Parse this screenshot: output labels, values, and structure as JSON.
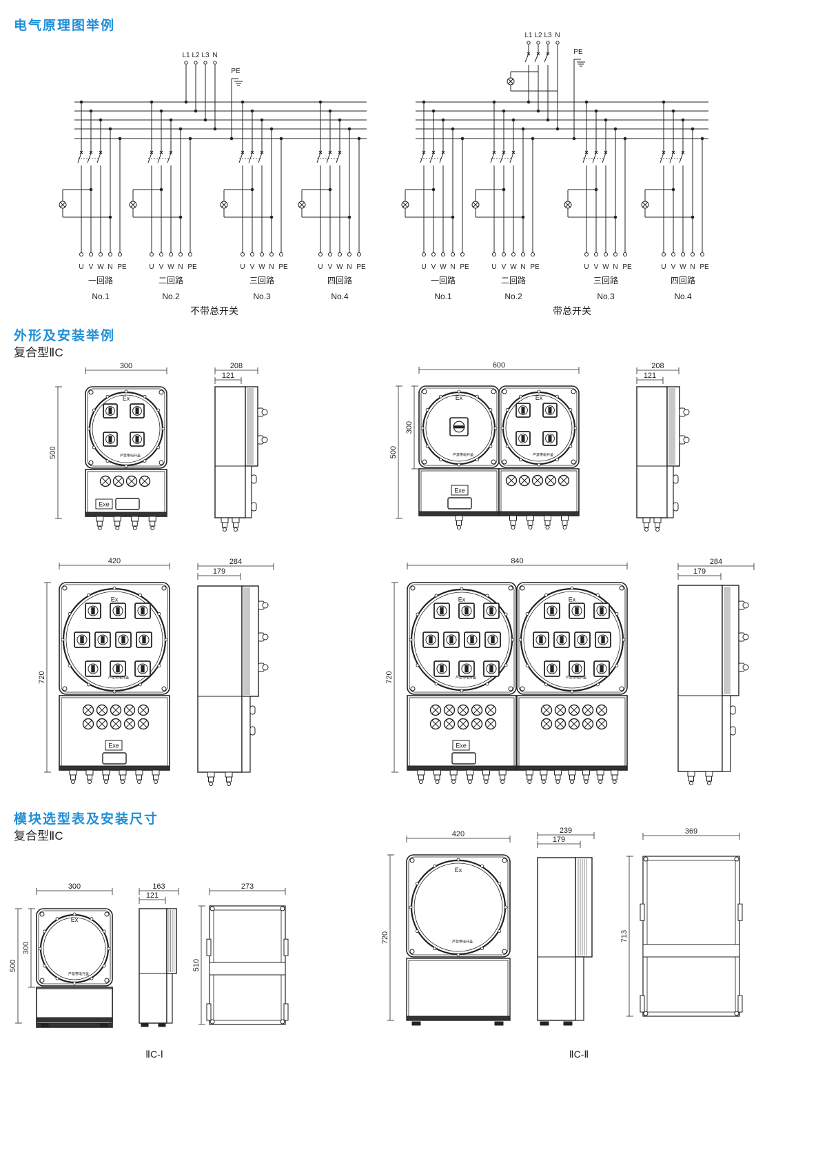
{
  "headings": {
    "schematic": "电气原理图举例",
    "appearance": "外形及安装举例",
    "module": "模块选型表及安装尺寸"
  },
  "subtitles": {
    "appearance": "复合型ⅡC",
    "module": "复合型ⅡC"
  },
  "schematic": {
    "supply_labels": [
      "L1",
      "L2",
      "L3",
      "N"
    ],
    "pe_label": "PE",
    "terminal_labels": [
      "U",
      "V",
      "W",
      "N",
      "PE"
    ],
    "circuits": [
      {
        "cn": "一回路",
        "no": "No.1"
      },
      {
        "cn": "二回路",
        "no": "No.2"
      },
      {
        "cn": "三回路",
        "no": "No.3"
      },
      {
        "cn": "四回路",
        "no": "No.4"
      }
    ],
    "left_caption": "不带总开关",
    "right_caption": "带总开关"
  },
  "box_labels": {
    "ex": "Ex",
    "exe": "Exe",
    "warning": "严禁带电开盖"
  },
  "dims": {
    "r1_left_w": "300",
    "r1_left_h": "500",
    "r1_side_a": "208",
    "r1_side_b": "121",
    "r1_right_w": "600",
    "r1_right_h1": "300",
    "r1_right_h2": "500",
    "r1_side2_a": "208",
    "r1_side2_b": "121",
    "r2_left_w": "420",
    "r2_left_h": "720",
    "r2_side_a": "284",
    "r2_side_b": "179",
    "r2_right_w": "840",
    "r2_right_h": "720",
    "r2_side2_a": "284",
    "r2_side2_b": "179",
    "m1_w": "300",
    "m1_h1": "300",
    "m1_h2": "500",
    "m1_side_a": "163",
    "m1_side_b": "121",
    "m1_frame_w": "273",
    "m1_frame_h": "510",
    "m2_w": "420",
    "m2_h": "720",
    "m2_side_a": "239",
    "m2_side_b": "179",
    "m2_frame_w": "369",
    "m2_frame_h": "713"
  },
  "module_labels": {
    "m1": "ⅡC-Ⅰ",
    "m2": "ⅡC-Ⅱ"
  },
  "colors": {
    "heading": "#1f8fd6",
    "line": "#222222",
    "panel": "#333333"
  }
}
